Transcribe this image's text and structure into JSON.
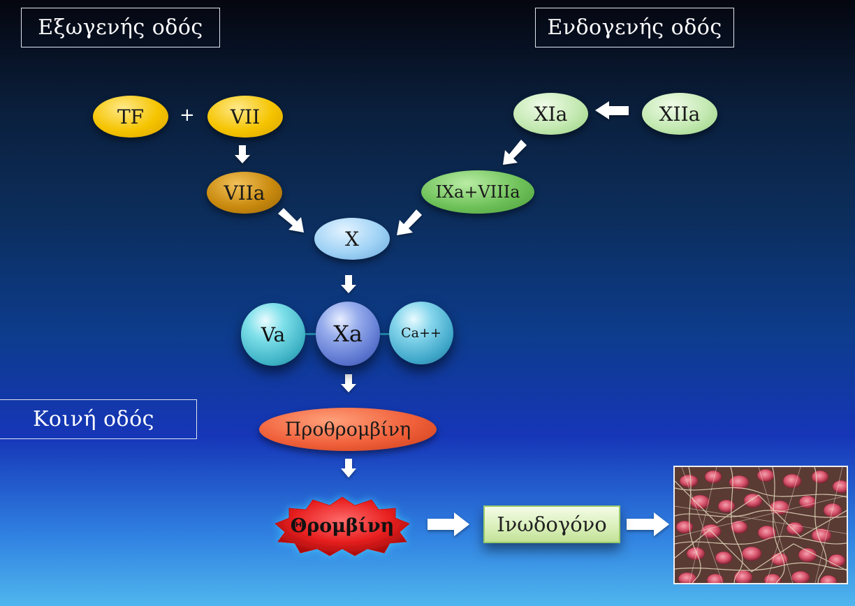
{
  "labels": {
    "extrinsic": "Εξωγενής οδός",
    "intrinsic": "Ενδογενής οδός",
    "common": "Κοινή οδός"
  },
  "factors": {
    "tf": "TF",
    "plus": "+",
    "vii": "VII",
    "viia": "VIIa",
    "xia": "XIa",
    "xiia": "XIIa",
    "ixa_viiia": "IXa+VIIIa",
    "x": "X",
    "va": "Va",
    "xa": "Xa",
    "ca": "Ca++",
    "prothrombin": "Προθρομβίνη",
    "thrombin": "Θρομβίνη",
    "fibrinogen": "Ινωδογόνο"
  },
  "colors": {
    "tf": "#f5c400",
    "vii": "#f5c400",
    "viia": "#c98a0e",
    "xia": "#b8e6a8",
    "xiia": "#b8e6a8",
    "ixa_viiia": "#6fc25a",
    "x": "#8ec8f0",
    "va": "#5fd0dc",
    "xa": "#6f8fe0",
    "ca": "#5fbede",
    "prothrombin": "#f0603a",
    "thrombin": "#e82020",
    "fibrinogen": "#d8efb8",
    "arrow": "#ffffff"
  },
  "image": {
    "subject": "fibrin-clot-micrograph-icon"
  }
}
